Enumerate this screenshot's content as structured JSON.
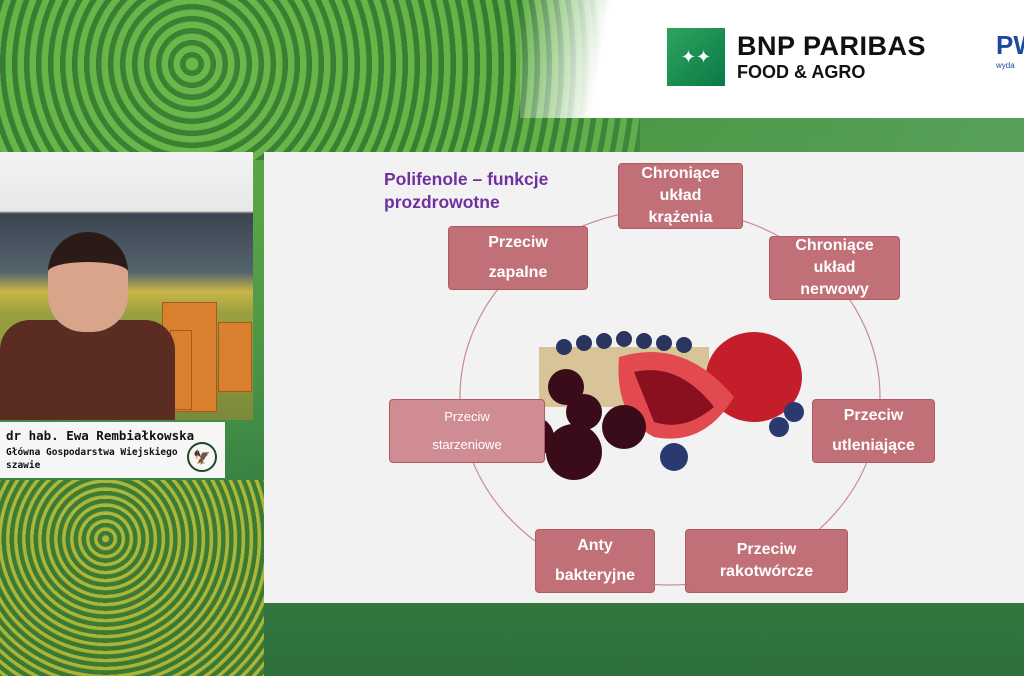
{
  "sponsor": {
    "name": "BNP PARIBAS",
    "sub": "FOOD & AGRO",
    "partner": "PW",
    "partner_sub": "wyda"
  },
  "speaker": {
    "name": "dr hab. Ewa Rembiałkowska",
    "affiliation_line1": "Główna Gospodarstwa Wiejskiego",
    "affiliation_line2": "szawie"
  },
  "slide": {
    "title_line1": "Polifenole – funkcje",
    "title_line2": "prozdrowotne",
    "functions": [
      {
        "lines": [
          "Chroniące",
          "układ",
          "krążenia"
        ]
      },
      {
        "lines": [
          "Przeciw",
          "zapalne"
        ]
      },
      {
        "lines": [
          "Chroniące",
          "układ",
          "nerwowy"
        ]
      },
      {
        "lines": [
          "Przeciw",
          "utleniające"
        ]
      },
      {
        "lines": [
          "Przeciw",
          "starzeniowe"
        ]
      },
      {
        "lines": [
          "Anty",
          "bakteryjne"
        ]
      },
      {
        "lines": [
          "Przeciw",
          "rakotwórcze"
        ]
      }
    ]
  }
}
